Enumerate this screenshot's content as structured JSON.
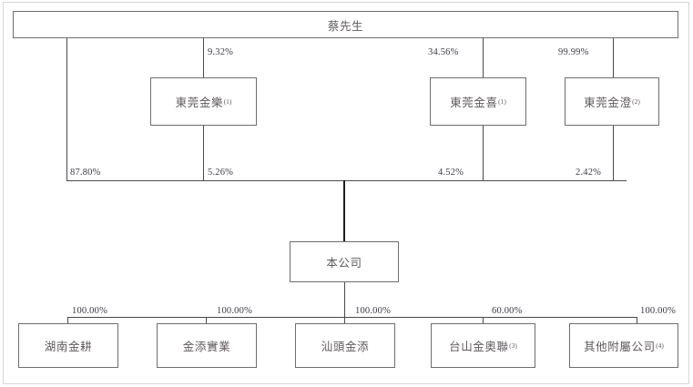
{
  "diagram": {
    "type": "organizational-shareholding-chart",
    "title_text": "蔡先生",
    "background_color": "#ffffff",
    "frame_color": "#d6d6d6",
    "box_border_color": "#6e6e70",
    "node_text_color": "#5f5a5e",
    "pct_text_color": "#3b3b46",
    "line_color": "#4a4a4a"
  },
  "nodes": {
    "root": {
      "label": "蔡先生",
      "note": ""
    },
    "tier2": [
      {
        "label": "東莞金樂",
        "note": "(1)"
      },
      {
        "label": "東莞金喜",
        "note": "(1)"
      },
      {
        "label": "東莞金澄",
        "note": "(2)"
      }
    ],
    "company": {
      "label": "本公司",
      "note": ""
    },
    "subsidiaries": [
      {
        "label": "湖南金耕",
        "note": ""
      },
      {
        "label": "金添實業",
        "note": ""
      },
      {
        "label": "汕頭金添",
        "note": ""
      },
      {
        "label": "台山金奧聯",
        "note": "(3)"
      },
      {
        "label": "其他附屬公司",
        "note": "(4)"
      }
    ]
  },
  "percentages": {
    "root_to_tier2": [
      "9.32%",
      "34.56%",
      "99.99%"
    ],
    "into_company": [
      "87.80%",
      "5.26%",
      "4.52%",
      "2.42%"
    ],
    "company_to_subsidiaries": [
      "100.00%",
      "100.00%",
      "100.00%",
      "60.00%",
      "100.00%"
    ]
  }
}
